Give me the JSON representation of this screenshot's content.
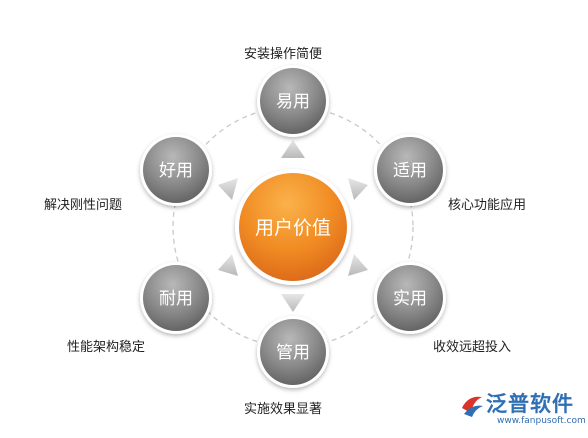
{
  "diagram": {
    "center": {
      "label": "用户价值"
    },
    "nodes": [
      {
        "id": "top",
        "label": "易用",
        "caption": "安装操作简便"
      },
      {
        "id": "tr",
        "label": "适用",
        "caption": "核心功能应用"
      },
      {
        "id": "br",
        "label": "实用",
        "caption": "收效远超投入"
      },
      {
        "id": "bottom",
        "label": "管用",
        "caption": "实施效果显著"
      },
      {
        "id": "bl",
        "label": "耐用",
        "caption": "性能架构稳定"
      },
      {
        "id": "tl",
        "label": "好用",
        "caption": "解决刚性问题"
      }
    ]
  },
  "logo": {
    "text": "泛普软件",
    "url": "www.fanpusoft.com"
  },
  "colors": {
    "center_orange": "#ef7d1e",
    "node_gray": "#7a7a7a",
    "arrow_gray": "#c8c8c8",
    "ring_dash": "#c9c9c9",
    "logo_blue": "#2f6fb3",
    "logo_red": "#d8342c"
  }
}
